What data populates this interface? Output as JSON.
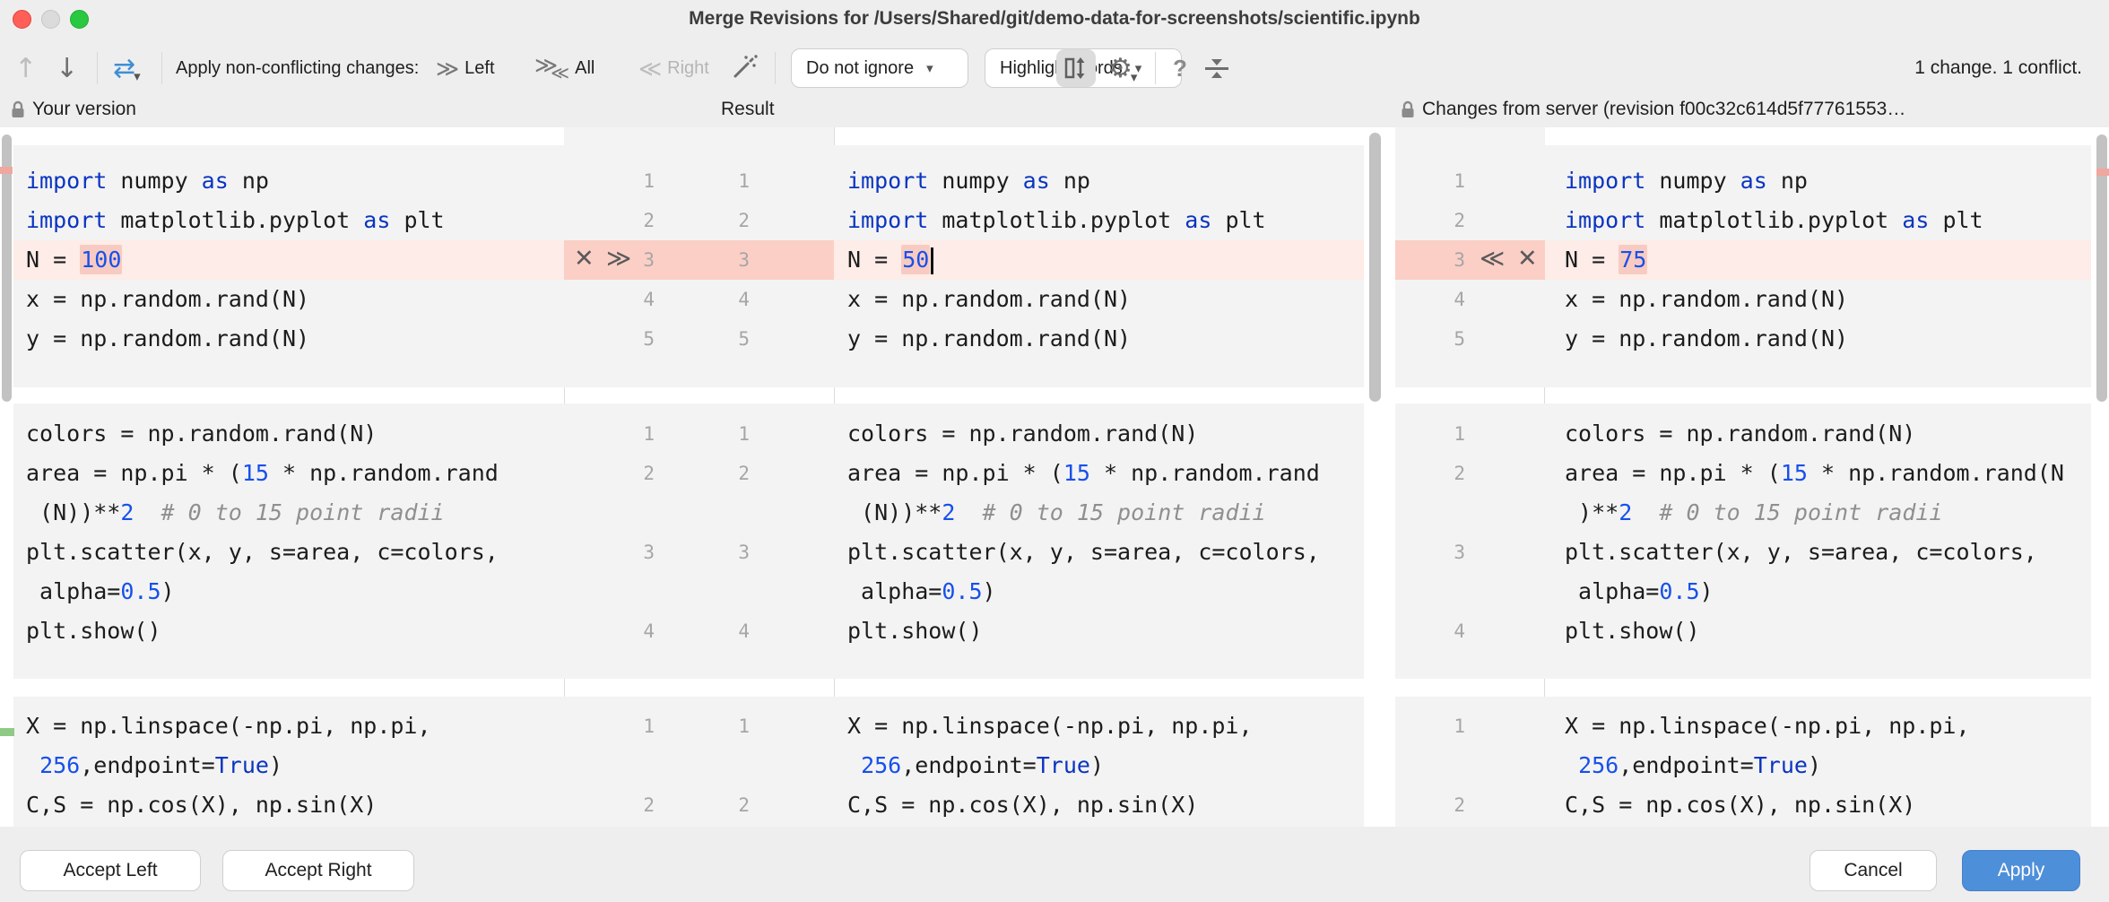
{
  "window": {
    "title": "Merge Revisions for /Users/Shared/git/demo-data-for-screenshots/scientific.ipynb",
    "status": "1 change. 1 conflict."
  },
  "toolbar": {
    "apply_label": "Apply non-conflicting changes:",
    "left_label": "Left",
    "all_label": "All",
    "right_label": "Right",
    "ignore_dropdown": "Do not ignore",
    "highlight_dropdown": "Highlight words",
    "help_label": "?",
    "up_glyph": "↑",
    "down_glyph": "↓",
    "merge_glyph": "⇄",
    "gear_glyph": "⚙",
    "chev_right": "≫",
    "chev_left": "≪",
    "dropdown_caret": "▾"
  },
  "headers": {
    "left": "Your version",
    "center": "Result",
    "right": "Changes from server (revision f00c32c614d5f77761553…"
  },
  "footer": {
    "accept_left": "Accept Left",
    "accept_right": "Accept Right",
    "cancel": "Cancel",
    "apply": "Apply"
  },
  "colors": {
    "accent_blue": "#4e8fd9",
    "keyword": "#0a35c0",
    "number": "#1750eb",
    "conflict_line_bg": "#fdece7",
    "conflict_word_bg": "#f7cbc1",
    "conflict_gutter_bg": "#fbcfc6",
    "added_stripe": "#8fca84",
    "conflict_stripe": "#f0a79d"
  },
  "editor": {
    "gutter_icons": {
      "mid": [
        "✕",
        "≫"
      ],
      "right": [
        "≪",
        "✕"
      ]
    },
    "cells": [
      {
        "numbers": [
          "1",
          "2",
          "3",
          "4",
          "5"
        ],
        "conflict_row": 2,
        "left": [
          [
            [
              "k",
              "import"
            ],
            [
              "p",
              " numpy "
            ],
            [
              "k",
              "as"
            ],
            [
              "p",
              " np"
            ]
          ],
          [
            [
              "k",
              "import"
            ],
            [
              "p",
              " matplotlib.pyplot "
            ],
            [
              "k",
              "as"
            ],
            [
              "p",
              " plt"
            ]
          ],
          [
            [
              "p",
              "N = "
            ],
            [
              "n hl",
              "100"
            ]
          ],
          [
            [
              "p",
              "x = np.random.rand(N)"
            ]
          ],
          [
            [
              "p",
              "y = np.random.rand(N)"
            ]
          ]
        ],
        "result": [
          [
            [
              "k",
              "import"
            ],
            [
              "p",
              " numpy "
            ],
            [
              "k",
              "as"
            ],
            [
              "p",
              " np"
            ]
          ],
          [
            [
              "k",
              "import"
            ],
            [
              "p",
              " matplotlib.pyplot "
            ],
            [
              "k",
              "as"
            ],
            [
              "p",
              " plt"
            ]
          ],
          [
            [
              "p",
              "N = "
            ],
            [
              "n hl",
              "50"
            ],
            [
              "caret",
              ""
            ]
          ],
          [
            [
              "p",
              "x = np.random.rand(N)"
            ]
          ],
          [
            [
              "p",
              "y = np.random.rand(N)"
            ]
          ]
        ],
        "right": [
          [
            [
              "k",
              "import"
            ],
            [
              "p",
              " numpy "
            ],
            [
              "k",
              "as"
            ],
            [
              "p",
              " np"
            ]
          ],
          [
            [
              "k",
              "import"
            ],
            [
              "p",
              " matplotlib.pyplot "
            ],
            [
              "k",
              "as"
            ],
            [
              "p",
              " plt"
            ]
          ],
          [
            [
              "p",
              "N = "
            ],
            [
              "n hl",
              "75"
            ]
          ],
          [
            [
              "p",
              "x = np.random.rand(N)"
            ]
          ],
          [
            [
              "p",
              "y = np.random.rand(N)"
            ]
          ]
        ]
      },
      {
        "numbers": [
          "1",
          "2",
          "",
          "3",
          "",
          "4"
        ],
        "conflict_row": -1,
        "left": [
          [
            [
              "p",
              "colors = np.random.rand(N)"
            ]
          ],
          [
            [
              "p",
              "area = np.pi * ("
            ],
            [
              "n",
              "15"
            ],
            [
              "p",
              " * np.random.rand"
            ]
          ],
          [
            [
              "p",
              " (N))**"
            ],
            [
              "n",
              "2"
            ],
            [
              "p",
              "  "
            ],
            [
              "c",
              "# 0 to 15 point radii"
            ]
          ],
          [
            [
              "p",
              "plt.scatter(x, y, s=area, c=colors,"
            ]
          ],
          [
            [
              "p",
              " alpha="
            ],
            [
              "n",
              "0.5"
            ],
            [
              "p",
              ")"
            ]
          ],
          [
            [
              "p",
              "plt.show()"
            ]
          ]
        ],
        "result": [
          [
            [
              "p",
              "colors = np.random.rand(N)"
            ]
          ],
          [
            [
              "p",
              "area = np.pi * ("
            ],
            [
              "n",
              "15"
            ],
            [
              "p",
              " * np.random.rand"
            ]
          ],
          [
            [
              "p",
              " (N))**"
            ],
            [
              "n",
              "2"
            ],
            [
              "p",
              "  "
            ],
            [
              "c",
              "# 0 to 15 point radii"
            ]
          ],
          [
            [
              "p",
              "plt.scatter(x, y, s=area, c=colors,"
            ]
          ],
          [
            [
              "p",
              " alpha="
            ],
            [
              "n",
              "0.5"
            ],
            [
              "p",
              ")"
            ]
          ],
          [
            [
              "p",
              "plt.show()"
            ]
          ]
        ],
        "right": [
          [
            [
              "p",
              "colors = np.random.rand(N)"
            ]
          ],
          [
            [
              "p",
              "area = np.pi * ("
            ],
            [
              "n",
              "15"
            ],
            [
              "p",
              " * np.random.rand(N"
            ]
          ],
          [
            [
              "p",
              " )**"
            ],
            [
              "n",
              "2"
            ],
            [
              "p",
              "  "
            ],
            [
              "c",
              "# 0 to 15 point radii"
            ]
          ],
          [
            [
              "p",
              "plt.scatter(x, y, s=area, c=colors,"
            ]
          ],
          [
            [
              "p",
              " alpha="
            ],
            [
              "n",
              "0.5"
            ],
            [
              "p",
              ")"
            ]
          ],
          [
            [
              "p",
              "plt.show()"
            ]
          ]
        ]
      },
      {
        "numbers": [
          "1",
          "",
          "2"
        ],
        "conflict_row": -1,
        "left": [
          [
            [
              "p",
              "X = np.linspace(-np.pi, np.pi,"
            ]
          ],
          [
            [
              "p",
              " "
            ],
            [
              "n",
              "256"
            ],
            [
              "p",
              ",endpoint="
            ],
            [
              "k",
              "True"
            ],
            [
              "p",
              ")"
            ]
          ],
          [
            [
              "p",
              "C,S = np.cos(X), np.sin(X)"
            ]
          ]
        ],
        "result": [
          [
            [
              "p",
              "X = np.linspace(-np.pi, np.pi,"
            ]
          ],
          [
            [
              "p",
              " "
            ],
            [
              "n",
              "256"
            ],
            [
              "p",
              ",endpoint="
            ],
            [
              "k",
              "True"
            ],
            [
              "p",
              ")"
            ]
          ],
          [
            [
              "p",
              "C,S = np.cos(X), np.sin(X)"
            ]
          ]
        ],
        "right": [
          [
            [
              "p",
              "X = np.linspace(-np.pi, np.pi,"
            ]
          ],
          [
            [
              "p",
              " "
            ],
            [
              "n",
              "256"
            ],
            [
              "p",
              ",endpoint="
            ],
            [
              "k",
              "True"
            ],
            [
              "p",
              ")"
            ]
          ],
          [
            [
              "p",
              "C,S = np.cos(X), np.sin(X)"
            ]
          ]
        ]
      }
    ]
  }
}
